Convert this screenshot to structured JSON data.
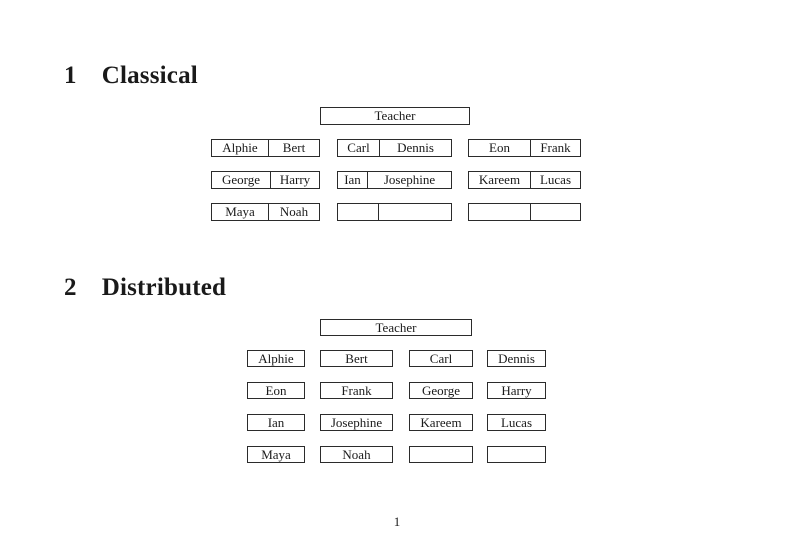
{
  "page_number": "1",
  "classical": {
    "number": "1",
    "title": "Classical",
    "teacher": "Teacher",
    "rows": [
      {
        "groups": [
          {
            "left": "Alphie",
            "right": "Bert"
          },
          {
            "left": "Carl",
            "right": "Dennis"
          },
          {
            "left": "Eon",
            "right": "Frank"
          }
        ]
      },
      {
        "groups": [
          {
            "left": "George",
            "right": "Harry"
          },
          {
            "left": "Ian",
            "right": "Josephine"
          },
          {
            "left": "Kareem",
            "right": "Lucas"
          }
        ]
      },
      {
        "groups": [
          {
            "left": "Maya",
            "right": "Noah"
          },
          {
            "left": "",
            "right": ""
          },
          {
            "left": "",
            "right": ""
          }
        ]
      }
    ]
  },
  "distributed": {
    "number": "2",
    "title": "Distributed",
    "teacher": "Teacher",
    "rows": [
      [
        "Alphie",
        "Bert",
        "Carl",
        "Dennis"
      ],
      [
        "Eon",
        "Frank",
        "George",
        "Harry"
      ],
      [
        "Ian",
        "Josephine",
        "Kareem",
        "Lucas"
      ],
      [
        "Maya",
        "Noah",
        "",
        ""
      ]
    ]
  }
}
